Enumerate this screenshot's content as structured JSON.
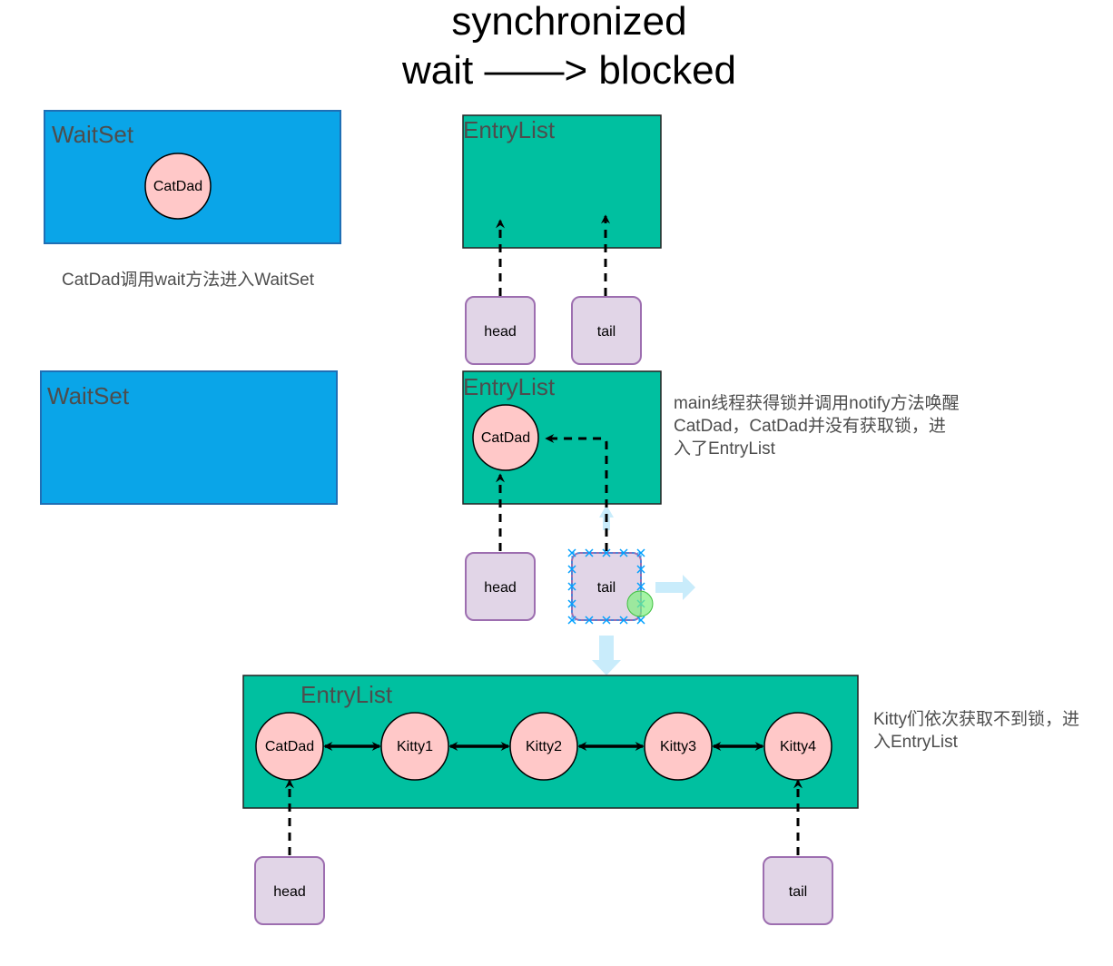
{
  "title": {
    "line1": "synchronized",
    "line2": "wait  ——> blocked"
  },
  "colors": {
    "waitset": "#0aa5e8",
    "entrylist": "#00c0a0",
    "thread": "#ffc8c8",
    "pointer": "#e1d5e7",
    "pointer_border": "#9d6eb0"
  },
  "stage1": {
    "waitset_label": "WaitSet",
    "waitset_thread": "CatDad",
    "entrylist_label": "EntryList",
    "head": "head",
    "tail": "tail",
    "note": "CatDad调用wait方法进入WaitSet"
  },
  "stage2": {
    "waitset_label": "WaitSet",
    "entrylist_label": "EntryList",
    "entry_thread": "CatDad",
    "head": "head",
    "tail": "tail",
    "note_line1": "main线程获得锁并调用notify方法唤醒",
    "note_line2": "CatDad，CatDad并没有获取锁，进",
    "note_line3": "入了EntryList"
  },
  "stage3": {
    "entrylist_label": "EntryList",
    "threads": [
      "CatDad",
      "Kitty1",
      "Kitty2",
      "Kitty3",
      "Kitty4"
    ],
    "head": "head",
    "tail": "tail",
    "note_line1": "Kitty们依次获取不到锁，进",
    "note_line2": "入EntryList"
  }
}
